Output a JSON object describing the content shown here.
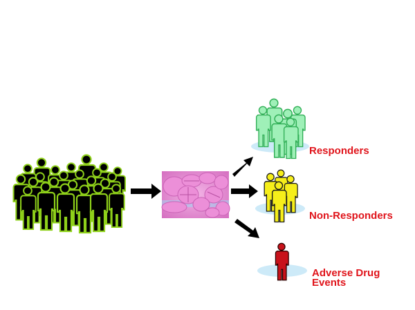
{
  "diagram": {
    "title": "Drug response variability in a population",
    "nodes": {
      "population": {
        "label": "",
        "icon": "crowd-of-people",
        "count": 30,
        "fill": "#000000",
        "outline": "#8fd11a"
      },
      "drug": {
        "label": "",
        "icon": "pink-pills-photo"
      },
      "responders": {
        "label": "Responders",
        "icon": "group-of-people",
        "count": 6,
        "fill": "#9ff0b8",
        "outline": "#2fae55"
      },
      "non_responders": {
        "label": "Non-Responders",
        "icon": "group-of-people",
        "count": 4,
        "fill": "#f6ee1a",
        "outline": "#1a1a1a"
      },
      "adverse": {
        "label": "Adverse Drug Events",
        "label_line1": "Adverse Drug",
        "label_line2": "Events",
        "icon": "single-person",
        "count": 1,
        "fill": "#c8121b",
        "outline": "#2a0000"
      }
    },
    "edges": [
      {
        "from": "population",
        "to": "drug"
      },
      {
        "from": "drug",
        "to": "responders"
      },
      {
        "from": "drug",
        "to": "non_responders"
      },
      {
        "from": "drug",
        "to": "adverse"
      }
    ],
    "colors": {
      "label_red": "#e0141b",
      "arrow": "#000000",
      "shadow_ellipse": "#cdeaf8"
    }
  }
}
